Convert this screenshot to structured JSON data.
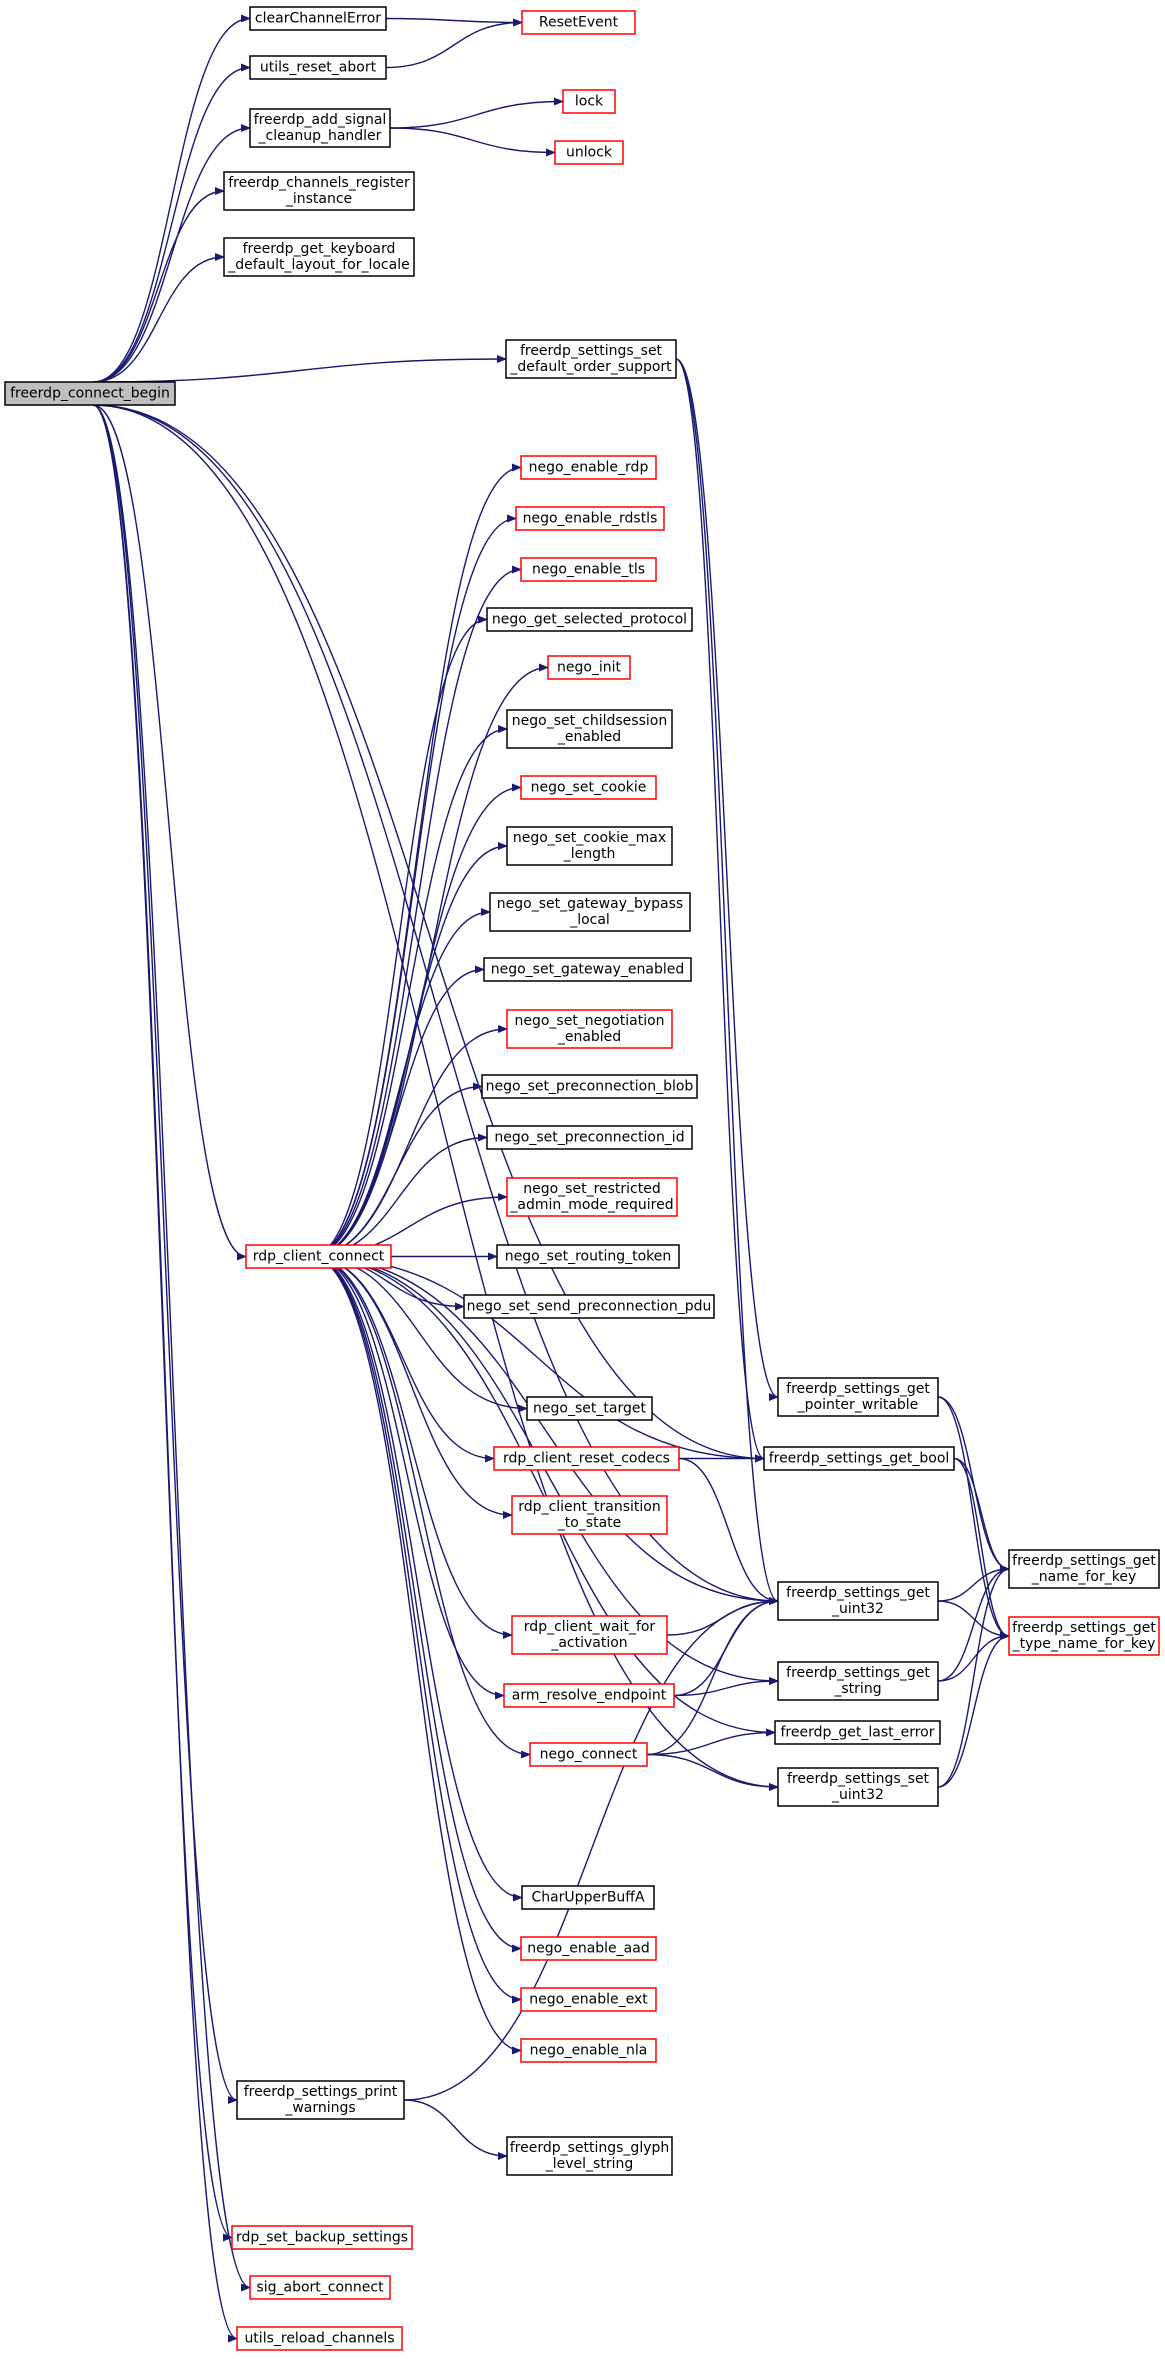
{
  "graph": {
    "edge_color": "#191970",
    "root_fill": "#bfbfbf",
    "border_colors": {
      "black": "#000000",
      "red": "#ff0000"
    },
    "nodes": {
      "freerdp_connect_begin": {
        "lines": [
          "freerdp_connect_begin"
        ],
        "border": "black",
        "root": true
      },
      "clearChannelError": {
        "lines": [
          "clearChannelError"
        ],
        "border": "black"
      },
      "ResetEvent": {
        "lines": [
          "ResetEvent"
        ],
        "border": "red"
      },
      "utils_reset_abort": {
        "lines": [
          "utils_reset_abort"
        ],
        "border": "black"
      },
      "freerdp_add_signal_cleanup_handler": {
        "lines": [
          "freerdp_add_signal",
          "_cleanup_handler"
        ],
        "border": "black"
      },
      "lock": {
        "lines": [
          "lock"
        ],
        "border": "red"
      },
      "unlock": {
        "lines": [
          "unlock"
        ],
        "border": "red"
      },
      "freerdp_channels_register_instance": {
        "lines": [
          "freerdp_channels_register",
          "_instance"
        ],
        "border": "black"
      },
      "freerdp_get_keyboard_default_layout_for_locale": {
        "lines": [
          "freerdp_get_keyboard",
          "_default_layout_for_locale"
        ],
        "border": "black"
      },
      "freerdp_settings_set_default_order_support": {
        "lines": [
          "freerdp_settings_set",
          "_default_order_support"
        ],
        "border": "black"
      },
      "nego_enable_rdp": {
        "lines": [
          "nego_enable_rdp"
        ],
        "border": "red"
      },
      "nego_enable_rdstls": {
        "lines": [
          "nego_enable_rdstls"
        ],
        "border": "red"
      },
      "nego_enable_tls": {
        "lines": [
          "nego_enable_tls"
        ],
        "border": "red"
      },
      "nego_get_selected_protocol": {
        "lines": [
          "nego_get_selected_protocol"
        ],
        "border": "black"
      },
      "nego_init": {
        "lines": [
          "nego_init"
        ],
        "border": "red"
      },
      "nego_set_childsession_enabled": {
        "lines": [
          "nego_set_childsession",
          "_enabled"
        ],
        "border": "black"
      },
      "nego_set_cookie": {
        "lines": [
          "nego_set_cookie"
        ],
        "border": "red"
      },
      "nego_set_cookie_max_length": {
        "lines": [
          "nego_set_cookie_max",
          "_length"
        ],
        "border": "black"
      },
      "nego_set_gateway_bypass_local": {
        "lines": [
          "nego_set_gateway_bypass",
          "_local"
        ],
        "border": "black"
      },
      "nego_set_gateway_enabled": {
        "lines": [
          "nego_set_gateway_enabled"
        ],
        "border": "black"
      },
      "nego_set_negotiation_enabled": {
        "lines": [
          "nego_set_negotiation",
          "_enabled"
        ],
        "border": "red"
      },
      "nego_set_preconnection_blob": {
        "lines": [
          "nego_set_preconnection_blob"
        ],
        "border": "black"
      },
      "nego_set_preconnection_id": {
        "lines": [
          "nego_set_preconnection_id"
        ],
        "border": "black"
      },
      "nego_set_restricted_admin_mode_required": {
        "lines": [
          "nego_set_restricted",
          "_admin_mode_required"
        ],
        "border": "red"
      },
      "rdp_client_connect": {
        "lines": [
          "rdp_client_connect"
        ],
        "border": "red"
      },
      "nego_set_routing_token": {
        "lines": [
          "nego_set_routing_token"
        ],
        "border": "black"
      },
      "nego_set_send_preconnection_pdu": {
        "lines": [
          "nego_set_send_preconnection_pdu"
        ],
        "border": "black"
      },
      "freerdp_settings_get_pointer_writable": {
        "lines": [
          "freerdp_settings_get",
          "_pointer_writable"
        ],
        "border": "black"
      },
      "nego_set_target": {
        "lines": [
          "nego_set_target"
        ],
        "border": "black"
      },
      "rdp_client_reset_codecs": {
        "lines": [
          "rdp_client_reset_codecs"
        ],
        "border": "red"
      },
      "freerdp_settings_get_bool": {
        "lines": [
          "freerdp_settings_get_bool"
        ],
        "border": "black"
      },
      "freerdp_settings_get_name_for_key": {
        "lines": [
          "freerdp_settings_get",
          "_name_for_key"
        ],
        "border": "black"
      },
      "rdp_client_transition_to_state": {
        "lines": [
          "rdp_client_transition",
          "_to_state"
        ],
        "border": "red"
      },
      "freerdp_settings_get_uint32": {
        "lines": [
          "freerdp_settings_get",
          "_uint32"
        ],
        "border": "black"
      },
      "freerdp_settings_get_type_name_for_key": {
        "lines": [
          "freerdp_settings_get",
          "_type_name_for_key"
        ],
        "border": "red"
      },
      "rdp_client_wait_for_activation": {
        "lines": [
          "rdp_client_wait_for",
          "_activation"
        ],
        "border": "red"
      },
      "arm_resolve_endpoint": {
        "lines": [
          "arm_resolve_endpoint"
        ],
        "border": "red"
      },
      "freerdp_settings_get_string": {
        "lines": [
          "freerdp_settings_get",
          "_string"
        ],
        "border": "black"
      },
      "freerdp_get_last_error": {
        "lines": [
          "freerdp_get_last_error"
        ],
        "border": "black"
      },
      "nego_connect": {
        "lines": [
          "nego_connect"
        ],
        "border": "red"
      },
      "freerdp_settings_set_uint32": {
        "lines": [
          "freerdp_settings_set",
          "_uint32"
        ],
        "border": "black"
      },
      "CharUpperBuffA": {
        "lines": [
          "CharUpperBuffA"
        ],
        "border": "black"
      },
      "nego_enable_aad": {
        "lines": [
          "nego_enable_aad"
        ],
        "border": "red"
      },
      "nego_enable_ext": {
        "lines": [
          "nego_enable_ext"
        ],
        "border": "red"
      },
      "nego_enable_nla": {
        "lines": [
          "nego_enable_nla"
        ],
        "border": "red"
      },
      "freerdp_settings_print_warnings": {
        "lines": [
          "freerdp_settings_print",
          "_warnings"
        ],
        "border": "black"
      },
      "freerdp_settings_glyph_level_string": {
        "lines": [
          "freerdp_settings_glyph",
          "_level_string"
        ],
        "border": "black"
      },
      "rdp_set_backup_settings": {
        "lines": [
          "rdp_set_backup_settings"
        ],
        "border": "red"
      },
      "sig_abort_connect": {
        "lines": [
          "sig_abort_connect"
        ],
        "border": "red"
      },
      "utils_reload_channels": {
        "lines": [
          "utils_reload_channels"
        ],
        "border": "red"
      }
    },
    "edges": [
      [
        "freerdp_connect_begin",
        "clearChannelError"
      ],
      [
        "freerdp_connect_begin",
        "utils_reset_abort"
      ],
      [
        "freerdp_connect_begin",
        "freerdp_add_signal_cleanup_handler"
      ],
      [
        "freerdp_connect_begin",
        "freerdp_channels_register_instance"
      ],
      [
        "freerdp_connect_begin",
        "freerdp_get_keyboard_default_layout_for_locale"
      ],
      [
        "freerdp_connect_begin",
        "freerdp_settings_set_default_order_support"
      ],
      [
        "freerdp_connect_begin",
        "freerdp_settings_get_bool"
      ],
      [
        "freerdp_connect_begin",
        "freerdp_settings_get_uint32"
      ],
      [
        "freerdp_connect_begin",
        "rdp_client_connect"
      ],
      [
        "freerdp_connect_begin",
        "freerdp_settings_print_warnings"
      ],
      [
        "freerdp_connect_begin",
        "freerdp_settings_set_uint32"
      ],
      [
        "freerdp_connect_begin",
        "rdp_set_backup_settings"
      ],
      [
        "freerdp_connect_begin",
        "sig_abort_connect"
      ],
      [
        "freerdp_connect_begin",
        "utils_reload_channels"
      ],
      [
        "clearChannelError",
        "ResetEvent"
      ],
      [
        "utils_reset_abort",
        "ResetEvent"
      ],
      [
        "freerdp_add_signal_cleanup_handler",
        "lock"
      ],
      [
        "freerdp_add_signal_cleanup_handler",
        "unlock"
      ],
      [
        "freerdp_settings_set_default_order_support",
        "freerdp_settings_get_pointer_writable"
      ],
      [
        "freerdp_settings_set_default_order_support",
        "freerdp_settings_get_bool"
      ],
      [
        "freerdp_settings_set_default_order_support",
        "freerdp_settings_get_uint32"
      ],
      [
        "rdp_client_connect",
        "nego_enable_rdp"
      ],
      [
        "rdp_client_connect",
        "nego_enable_rdstls"
      ],
      [
        "rdp_client_connect",
        "nego_enable_tls"
      ],
      [
        "rdp_client_connect",
        "nego_get_selected_protocol"
      ],
      [
        "rdp_client_connect",
        "nego_init"
      ],
      [
        "rdp_client_connect",
        "nego_set_childsession_enabled"
      ],
      [
        "rdp_client_connect",
        "nego_set_cookie"
      ],
      [
        "rdp_client_connect",
        "nego_set_cookie_max_length"
      ],
      [
        "rdp_client_connect",
        "nego_set_gateway_bypass_local"
      ],
      [
        "rdp_client_connect",
        "nego_set_gateway_enabled"
      ],
      [
        "rdp_client_connect",
        "nego_set_negotiation_enabled"
      ],
      [
        "rdp_client_connect",
        "nego_set_preconnection_blob"
      ],
      [
        "rdp_client_connect",
        "nego_set_preconnection_id"
      ],
      [
        "rdp_client_connect",
        "nego_set_restricted_admin_mode_required"
      ],
      [
        "rdp_client_connect",
        "nego_set_routing_token"
      ],
      [
        "rdp_client_connect",
        "nego_set_send_preconnection_pdu"
      ],
      [
        "rdp_client_connect",
        "freerdp_settings_get_bool"
      ],
      [
        "rdp_client_connect",
        "nego_set_target"
      ],
      [
        "rdp_client_connect",
        "rdp_client_reset_codecs"
      ],
      [
        "rdp_client_connect",
        "rdp_client_transition_to_state"
      ],
      [
        "rdp_client_connect",
        "freerdp_settings_get_uint32"
      ],
      [
        "rdp_client_connect",
        "rdp_client_wait_for_activation"
      ],
      [
        "rdp_client_connect",
        "arm_resolve_endpoint"
      ],
      [
        "rdp_client_connect",
        "freerdp_settings_get_string"
      ],
      [
        "rdp_client_connect",
        "nego_connect"
      ],
      [
        "rdp_client_connect",
        "freerdp_get_last_error"
      ],
      [
        "rdp_client_connect",
        "CharUpperBuffA"
      ],
      [
        "rdp_client_connect",
        "nego_enable_aad"
      ],
      [
        "rdp_client_connect",
        "nego_enable_ext"
      ],
      [
        "rdp_client_connect",
        "nego_enable_nla"
      ],
      [
        "rdp_client_reset_codecs",
        "freerdp_settings_get_bool"
      ],
      [
        "rdp_client_reset_codecs",
        "freerdp_settings_get_uint32"
      ],
      [
        "rdp_client_wait_for_activation",
        "freerdp_settings_get_uint32"
      ],
      [
        "arm_resolve_endpoint",
        "freerdp_settings_get_uint32"
      ],
      [
        "arm_resolve_endpoint",
        "freerdp_settings_get_string"
      ],
      [
        "nego_connect",
        "freerdp_settings_get_uint32"
      ],
      [
        "nego_connect",
        "freerdp_get_last_error"
      ],
      [
        "nego_connect",
        "freerdp_settings_set_uint32"
      ],
      [
        "freerdp_settings_get_pointer_writable",
        "freerdp_settings_get_name_for_key"
      ],
      [
        "freerdp_settings_get_pointer_writable",
        "freerdp_settings_get_type_name_for_key"
      ],
      [
        "freerdp_settings_get_bool",
        "freerdp_settings_get_name_for_key"
      ],
      [
        "freerdp_settings_get_bool",
        "freerdp_settings_get_type_name_for_key"
      ],
      [
        "freerdp_settings_get_uint32",
        "freerdp_settings_get_name_for_key"
      ],
      [
        "freerdp_settings_get_uint32",
        "freerdp_settings_get_type_name_for_key"
      ],
      [
        "freerdp_settings_get_string",
        "freerdp_settings_get_name_for_key"
      ],
      [
        "freerdp_settings_get_string",
        "freerdp_settings_get_type_name_for_key"
      ],
      [
        "freerdp_settings_set_uint32",
        "freerdp_settings_get_name_for_key"
      ],
      [
        "freerdp_settings_set_uint32",
        "freerdp_settings_get_type_name_for_key"
      ],
      [
        "freerdp_settings_print_warnings",
        "freerdp_settings_get_uint32"
      ],
      [
        "freerdp_settings_print_warnings",
        "freerdp_settings_glyph_level_string"
      ]
    ]
  }
}
